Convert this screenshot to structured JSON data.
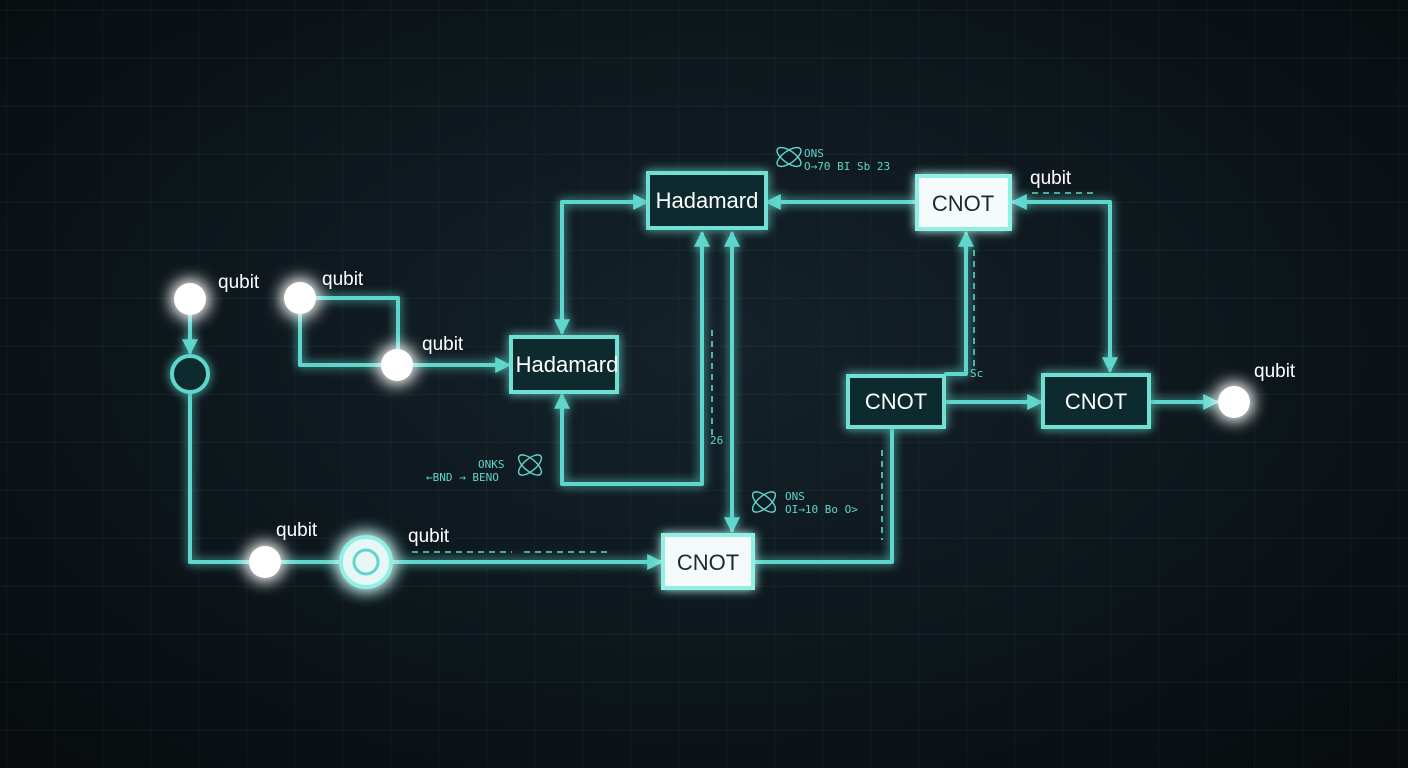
{
  "diagram": {
    "gates": {
      "hadamard_top": "Hadamard",
      "hadamard_mid": "Hadamard",
      "cnot_top": "CNOT",
      "cnot_mid_left": "CNOT",
      "cnot_mid_right": "CNOT",
      "cnot_bottom": "CNOT"
    },
    "qubit_labels": {
      "q1": "qubit",
      "q2": "qubit",
      "q3": "qubit",
      "q4": "qubit",
      "q5": "qubit",
      "q6": "qubit",
      "q7": "qubit"
    },
    "annotations": {
      "top_a": "ONS",
      "top_b": "O→70 BI Sb 23",
      "left_a": "ONKS",
      "left_b": "←BND → BENO",
      "mid_a": "ONS",
      "mid_b": "OI→10 Bo O>",
      "vert_a": "26",
      "vert_b": "Sc"
    },
    "colors": {
      "wire": "#5fd6cc",
      "background": "#0b1114",
      "node": "#ffffff"
    }
  }
}
